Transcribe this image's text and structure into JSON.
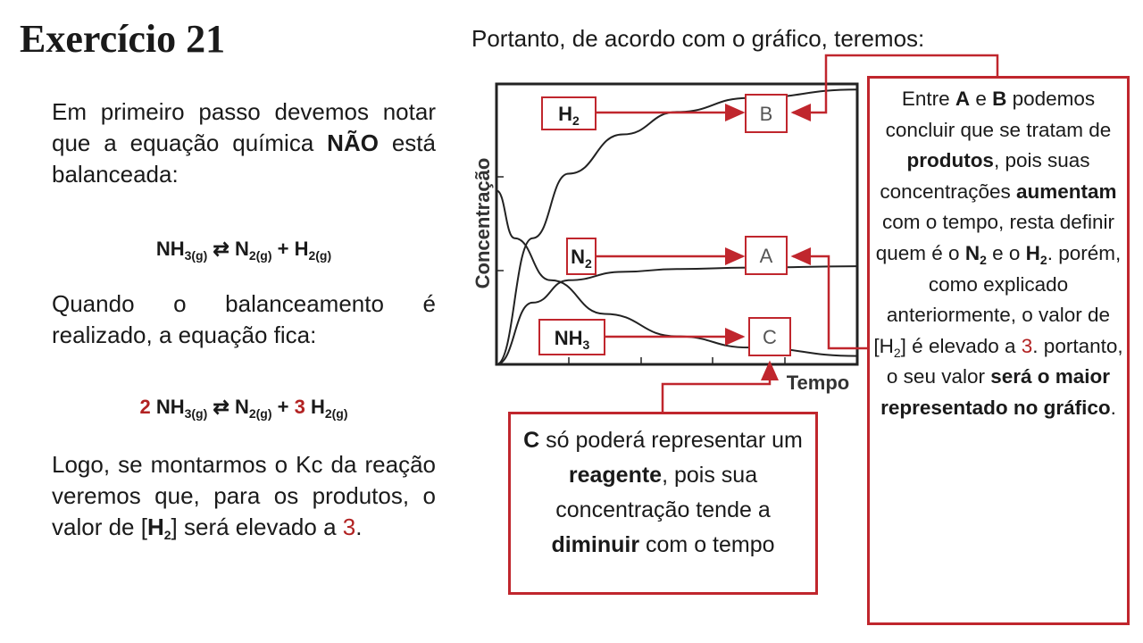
{
  "title": "Exercício 21",
  "subtitle": "Portanto, de acordo com o gráfico, teremos:",
  "left": {
    "p1_a": "Em primeiro passo devemos notar que a equação química ",
    "p1_b": "NÃO",
    "p1_c": " está balanceada:",
    "eq1": {
      "a": "NH",
      "a_sub": "3(g)",
      "arrow": " ⇄ ",
      "b": "N",
      "b_sub": "2(g)",
      "plus": " + ",
      "c": "H",
      "c_sub": "2(g)"
    },
    "p2": "Quando o balanceamento é realizado, a equação fica:",
    "eq2": {
      "coef1": "2",
      "a": " NH",
      "a_sub": "3(g)",
      "arrow": " ⇄ ",
      "b": "N",
      "b_sub": "2(g)",
      "plus": " + ",
      "coef2": "3",
      "c": " H",
      "c_sub": "2(g)"
    },
    "p3_a": "Logo, se montarmos o Kc da reação veremos que, para os produtos, o valor de [",
    "p3_h": "H",
    "p3_hsub": "2",
    "p3_b": "] será elevado a ",
    "p3_num": "3",
    "p3_end": "."
  },
  "chart_labels": {
    "ylabel": "Concentração",
    "xlabel": "Tempo",
    "h2": "H",
    "h2_sub": "2",
    "n2": "N",
    "n2_sub": "2",
    "nh3": "NH",
    "nh3_sub": "3",
    "B": "B",
    "A": "A",
    "C": "C"
  },
  "box_c": {
    "t1": "C",
    "t2": " só poderá representar um ",
    "t3": "reagente",
    "t4": ", pois sua concentração tende a ",
    "t5": "diminuir",
    "t6": " com o tempo"
  },
  "box_right": {
    "t1": "Entre ",
    "A": "A",
    "t2": " e ",
    "B": "B",
    "t3": " podemos concluir que se tratam de ",
    "t4": "produtos",
    "t5": ", pois suas concentrações ",
    "t6": "aumentam",
    "t7": " com o tempo, resta definir quem é o ",
    "n": "N",
    "n_sub": "2",
    "t8": " e o ",
    "h": "H",
    "h_sub": "2",
    "t9": ". porém, como explicado anteriormente, o valor de [",
    "h2": "H",
    "h2_sub": "2",
    "t10": "] é elevado a ",
    "num": "3",
    "t11": ". portanto, o seu valor ",
    "t12": "será o maior representado no gráfico",
    "t13": "."
  },
  "colors": {
    "accent": "#c0262d",
    "highlight": "#b22222",
    "text": "#1a1a1a"
  },
  "chart_data": {
    "type": "line",
    "xlabel": "Tempo",
    "ylabel": "Concentração",
    "series": [
      {
        "name": "H2",
        "trend": "increasing",
        "x": [
          0,
          0.1,
          0.2,
          0.35,
          0.5,
          0.7,
          1.0
        ],
        "y": [
          0,
          0.45,
          0.68,
          0.82,
          0.9,
          0.95,
          0.98
        ]
      },
      {
        "name": "N2",
        "trend": "increasing",
        "x": [
          0,
          0.1,
          0.2,
          0.35,
          0.5,
          0.7,
          1.0
        ],
        "y": [
          0,
          0.22,
          0.3,
          0.33,
          0.34,
          0.345,
          0.35
        ]
      },
      {
        "name": "NH3",
        "trend": "decreasing",
        "x": [
          0,
          0.05,
          0.15,
          0.3,
          0.5,
          0.7,
          1.0
        ],
        "y": [
          0.62,
          0.45,
          0.3,
          0.18,
          0.1,
          0.06,
          0.03
        ]
      }
    ],
    "grid": false,
    "xlim": [
      0,
      1
    ],
    "ylim": [
      0,
      1
    ]
  }
}
